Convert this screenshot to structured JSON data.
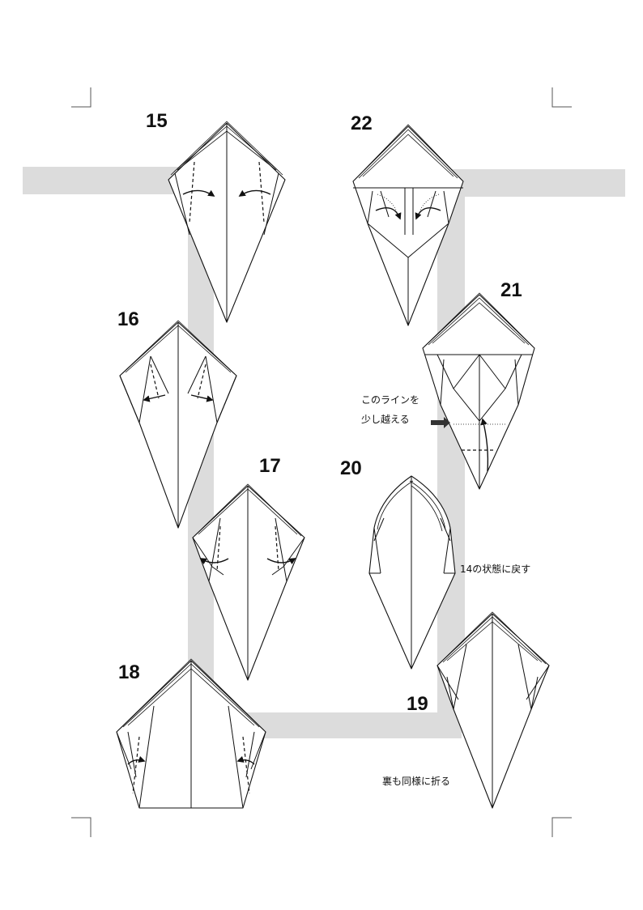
{
  "steps": {
    "s15": "15",
    "s16": "16",
    "s17": "17",
    "s18": "18",
    "s19": "19",
    "s20": "20",
    "s21": "21",
    "s22": "22"
  },
  "notes": {
    "line_over_1": "このラインを",
    "line_over_2": "少し越える",
    "return_state": "14の状態に戻す",
    "back_same": "裏も同様に折る"
  },
  "colors": {
    "band": "#dcdcdc",
    "ink": "#111111"
  }
}
